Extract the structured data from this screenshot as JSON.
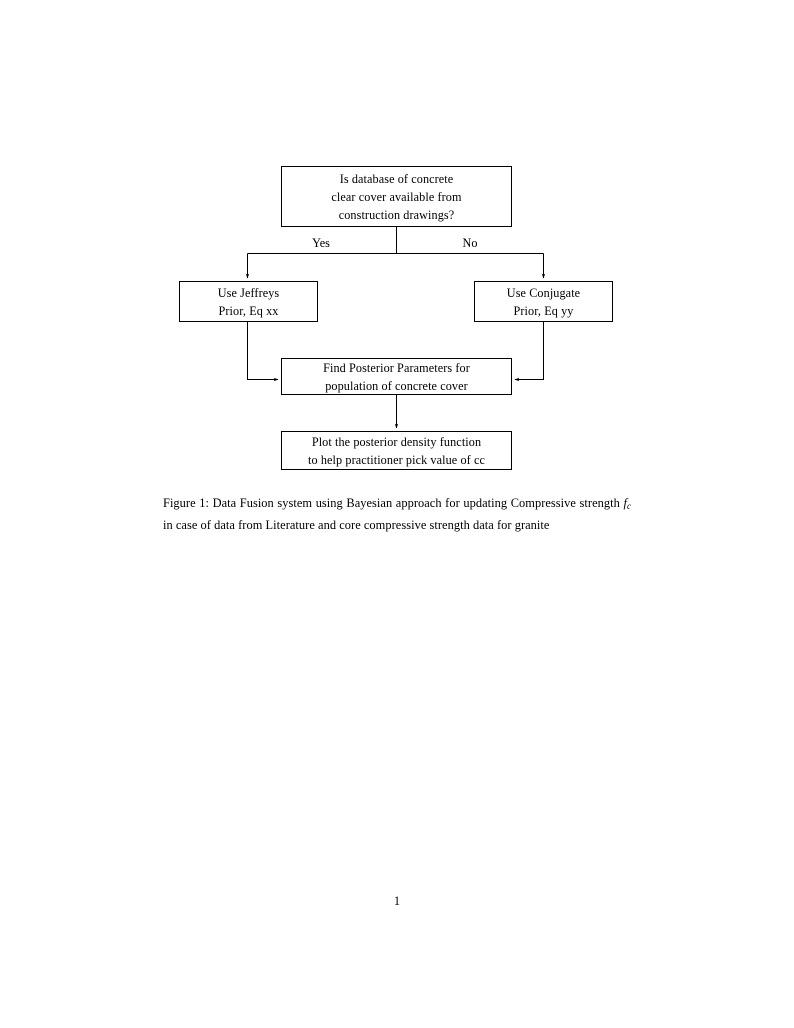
{
  "document": {
    "page_number": "1",
    "figure": {
      "id": "figure-1",
      "caption_label": "Figure 1:",
      "caption_text_before_math": "Data Fusion system using Bayesian approach for updating Compressive strength",
      "caption_math_base": "f",
      "caption_math_sub": "c",
      "caption_text_after_math": "in case of data from Literature and core compressive strength data for granite",
      "nodes": [
        {
          "name": "question",
          "shape": "rectangle",
          "lines": [
            "Is database of concrete",
            "clear cover available from",
            "construction drawings?"
          ]
        },
        {
          "name": "jeffreys-prior",
          "shape": "rectangle",
          "lines": [
            "Use Jeffreys",
            "Prior, Eq xx"
          ]
        },
        {
          "name": "conjugate-prior",
          "shape": "rectangle",
          "lines": [
            "Use Conjugate",
            "Prior, Eq yy"
          ]
        },
        {
          "name": "find-posterior",
          "shape": "rectangle",
          "lines": [
            "Find Posterior Parameters for",
            "population of concrete cover"
          ]
        },
        {
          "name": "plot-posterior",
          "shape": "rectangle",
          "lines": [
            "Plot the posterior density function",
            "to help practitioner pick value of cc"
          ]
        }
      ],
      "edge_labels": {
        "yes": "Yes",
        "no": "No"
      },
      "colors": {
        "stroke": "#000000",
        "fill": "#ffffff",
        "text": "#000000"
      }
    }
  }
}
